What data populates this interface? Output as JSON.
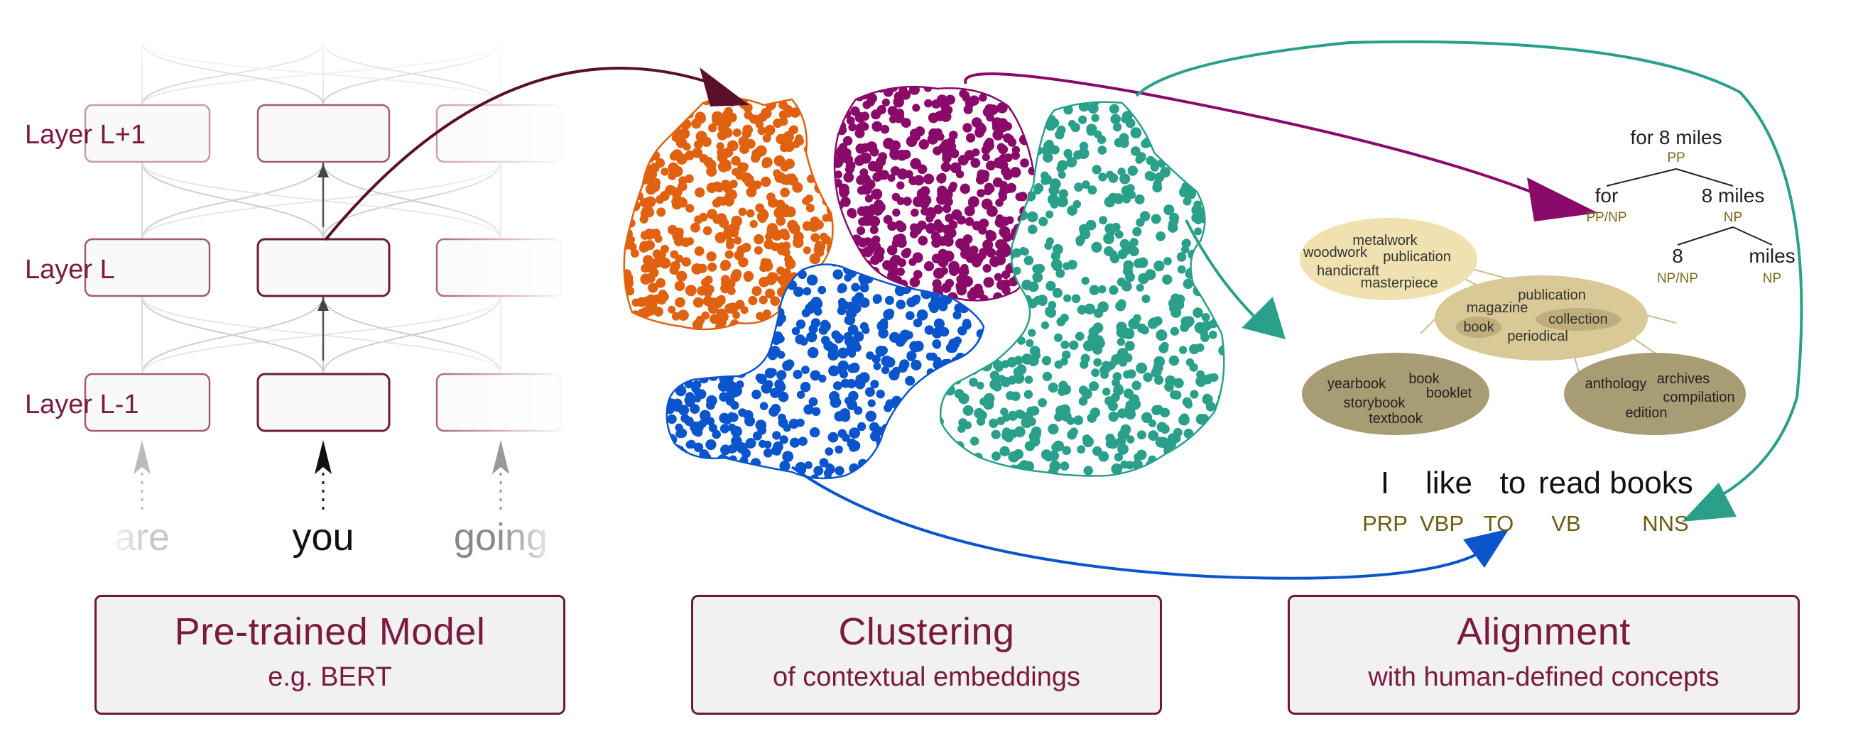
{
  "colors": {
    "maroon": "#7a1a40",
    "dark_arrow": "#5a0f2a",
    "orange": "#e0610f",
    "purple": "#8a0a6a",
    "blue": "#0a55cc",
    "teal": "#2aa08a",
    "olive": "#7a6a1a",
    "ellipse_light": "#efe2b0",
    "ellipse_mid": "#d9c996",
    "ellipse_dark": "#a89c74"
  },
  "model": {
    "layers": [
      "Layer L+1",
      "Layer L",
      "Layer L-1"
    ],
    "tokens": [
      "are",
      "you",
      "going"
    ]
  },
  "parse_tree": {
    "root": {
      "word": "for 8 miles",
      "tag": "PP"
    },
    "left": {
      "word": "for",
      "tag": "PP/NP"
    },
    "right": {
      "word": "8 miles",
      "tag": "NP"
    },
    "right_left": {
      "word": "8",
      "tag": "NP/NP"
    },
    "right_right": {
      "word": "miles",
      "tag": "NP"
    }
  },
  "concept_clusters": {
    "top": [
      "metalwork",
      "woodwork",
      "publication",
      "handicraft",
      "masterpiece"
    ],
    "center": [
      "publication",
      "magazine",
      "book",
      "collection",
      "periodical"
    ],
    "left": [
      "yearbook",
      "book",
      "booklet",
      "storybook",
      "textbook"
    ],
    "right": [
      "anthology",
      "archives",
      "compilation",
      "edition"
    ]
  },
  "sentence": {
    "words": [
      "I",
      "like",
      "to",
      "read",
      "books"
    ],
    "tags": [
      "PRP",
      "VBP",
      "TO",
      "VB",
      "NNS"
    ]
  },
  "panels": [
    {
      "title": "Pre-trained Model",
      "subtitle": "e.g. BERT"
    },
    {
      "title": "Clustering",
      "subtitle": "of contextual embeddings"
    },
    {
      "title": "Alignment",
      "subtitle": "with human-defined concepts"
    }
  ]
}
